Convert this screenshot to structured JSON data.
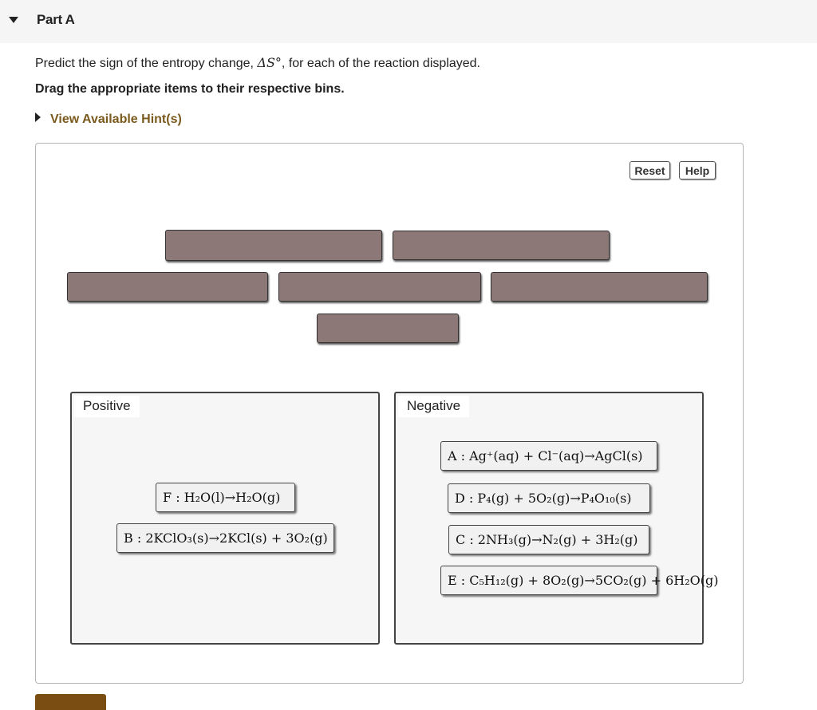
{
  "header": {
    "title": "Part A"
  },
  "question": {
    "prompt_before": "Predict the sign of the entropy change,",
    "symbol": "ΔS°",
    "prompt_after": ", for each of the reaction displayed.",
    "instruction": "Drag the appropriate items to their respective bins.",
    "hint_label": "View Available Hint(s)"
  },
  "controls": {
    "reset_label": "Reset",
    "help_label": "Help"
  },
  "empty_slot_count": 6,
  "bins": [
    {
      "label": "Positive",
      "items": [
        "F : H₂O(l)→H₂O(g)",
        "B : 2KClO₃(s)→2KCl(s) + 3O₂(g)"
      ]
    },
    {
      "label": "Negative",
      "items": [
        "A : Ag⁺(aq) + Cl⁻(aq)→AgCl(s)",
        "D : P₄(g) + 5O₂(g)→P₄O₁₀(s)",
        "C : 2NH₃(g)→N₂(g) + 3H₂(g)",
        "E : C₅H₁₂(g) + 8O₂(g)→5CO₂(g) + 6H₂O(g)"
      ]
    }
  ],
  "colors": {
    "slot": "#8d7878",
    "hint": "#7a5a1d",
    "submit": "#7a4e12"
  }
}
